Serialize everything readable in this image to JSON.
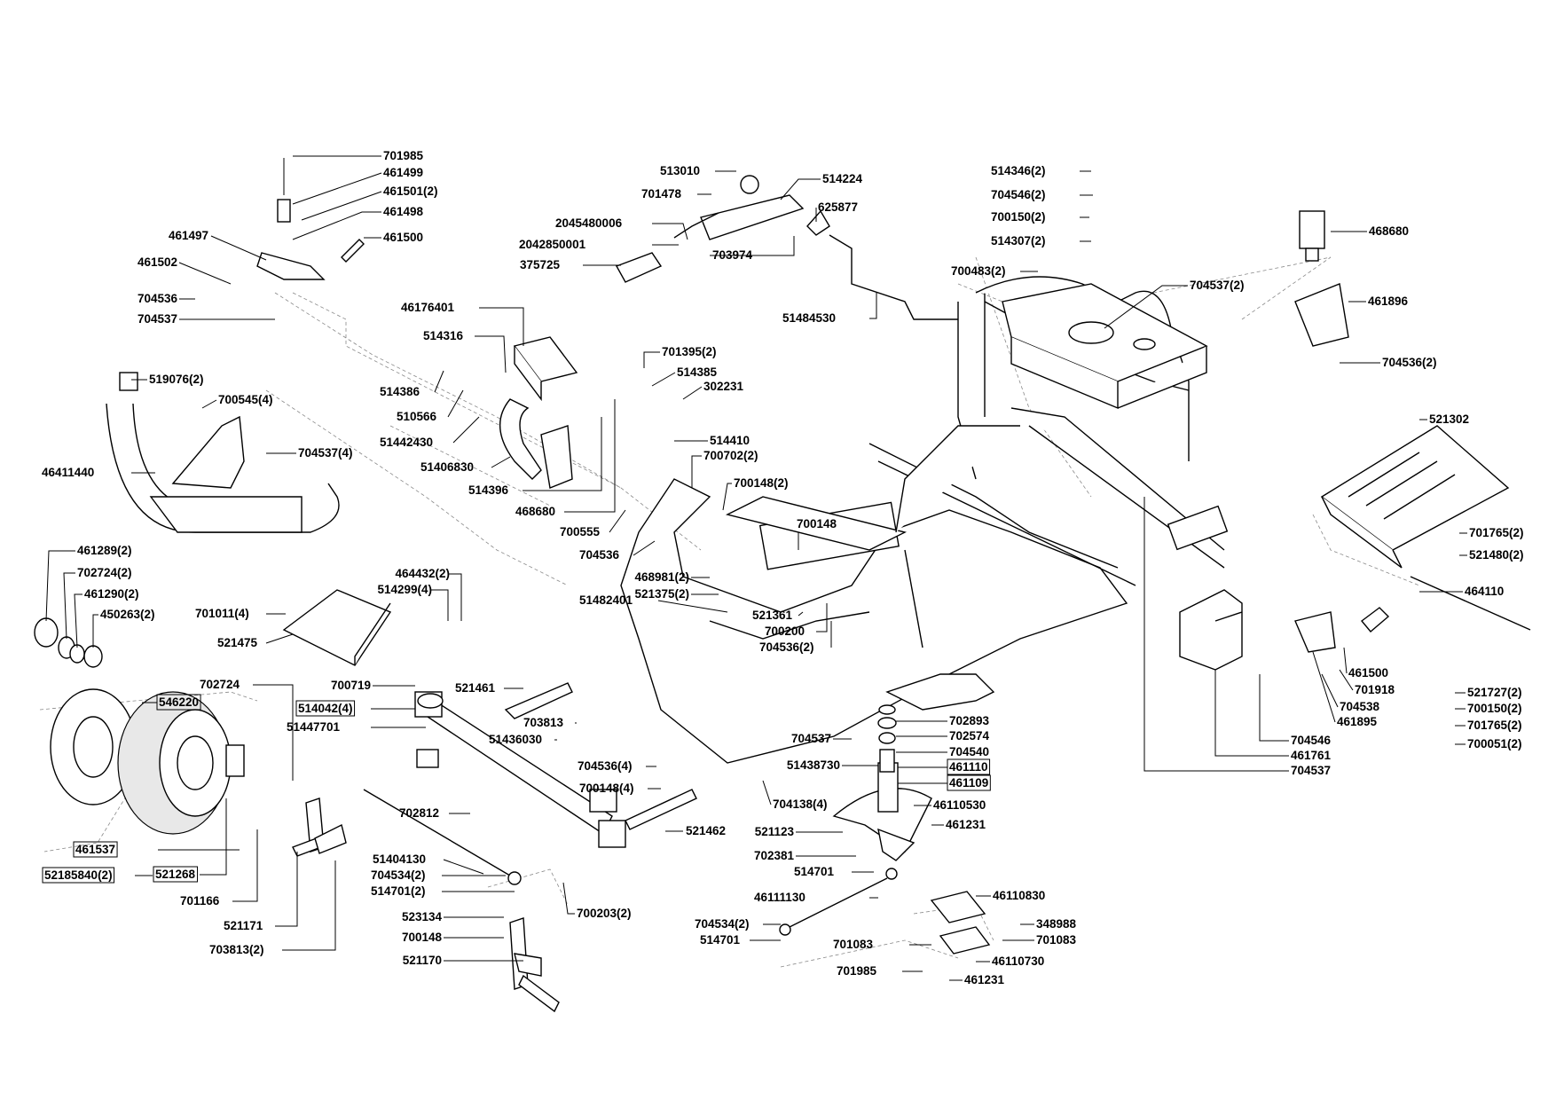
{
  "callouts": {
    "l701985a": "701985",
    "l461499": "461499",
    "l461501": "461501(2)",
    "l461498": "461498",
    "l461497": "461497",
    "l461500a": "461500",
    "l461502": "461502",
    "l704536a": "704536",
    "l704537a": "704537",
    "l519076": "519076(2)",
    "l700545": "700545(4)",
    "l704537_4": "704537(4)",
    "l46411440": "46411440",
    "l461289": "461289(2)",
    "l702724_2": "702724(2)",
    "l461290": "461290(2)",
    "l450263": "450263(2)",
    "l701011": "701011(4)",
    "l521475": "521475",
    "l464432": "464432(2)",
    "l514299": "514299(4)",
    "l702724": "702724",
    "l546220": "546220",
    "l461537": "461537",
    "l52185840": "52185840(2)",
    "l521268": "521268",
    "l701166": "701166",
    "l521171": "521171",
    "l703813_2": "703813(2)",
    "l700719": "700719",
    "l514042": "514042(4)",
    "l51447701": "51447701",
    "l521461": "521461",
    "l703813": "703813",
    "l51436030": "51436030",
    "l702812": "702812",
    "l704536_4": "704536(4)",
    "l700148_4": "700148(4)",
    "l521462": "521462",
    "l51404130": "51404130",
    "l704534a": "704534(2)",
    "l514701_2": "514701(2)",
    "l523134": "523134",
    "l700148a": "700148",
    "l521170": "521170",
    "l700203": "700203(2)",
    "l513010": "513010",
    "l514224": "514224",
    "l701478": "701478",
    "l625877": "625877",
    "l2045480006": "2045480006",
    "l2042850001": "2042850001",
    "l703974": "703974",
    "l375725": "375725",
    "l51484530": "51484530",
    "l46176401": "46176401",
    "l514316": "514316",
    "l514386": "514386",
    "l510566": "510566",
    "l51442430": "51442430",
    "l51406830": "51406830",
    "l514396": "514396",
    "l468680a": "468680",
    "l700555": "700555",
    "l704536b": "704536",
    "l701395": "701395(2)",
    "l514385": "514385",
    "l302231": "302231",
    "l514410": "514410",
    "l700702": "700702(2)",
    "l700148_2": "700148(2)",
    "l700148b": "700148",
    "l468981": "468981(2)",
    "l521375": "521375(2)",
    "l51482401": "51482401",
    "l521361": "521361",
    "l700200": "700200",
    "l704536_2": "704536(2)",
    "l514346": "514346(2)",
    "l704546_2": "704546(2)",
    "l700150_2a": "700150(2)",
    "l514307": "514307(2)",
    "l700483": "700483(2)",
    "l704537_2": "704537(2)",
    "l468680b": "468680",
    "l461896": "461896",
    "l704536_2b": "704536(2)",
    "l521302": "521302",
    "l701765_2a": "701765(2)",
    "l521480": "521480(2)",
    "l464110": "464110",
    "l461500b": "461500",
    "l701918": "701918",
    "l704538": "704538",
    "l461895": "461895",
    "l521727": "521727(2)",
    "l700150_2b": "700150(2)",
    "l701765_2b": "701765(2)",
    "l700051": "700051(2)",
    "l704546": "704546",
    "l461761": "461761",
    "l704537b": "704537",
    "l702893": "702893",
    "l702574": "702574",
    "l704540": "704540",
    "l461110": "461110",
    "l461109": "461109",
    "l704537c": "704537",
    "l51438730": "51438730",
    "l704138": "704138(4)",
    "l46110530": "46110530",
    "l461231a": "461231",
    "l521123": "521123",
    "l702381": "702381",
    "l514701a": "514701",
    "l46111130": "46111130",
    "l46110830": "46110830",
    "l704534b": "704534(2)",
    "l348988": "348988",
    "l514701b": "514701",
    "l701083a": "701083",
    "l701083b": "701083",
    "l46110730": "46110730",
    "l701985b": "701985",
    "l461231b": "461231"
  },
  "boxed": [
    "l546220",
    "l461537",
    "l52185840",
    "l521268",
    "l514042",
    "l461110",
    "l461109"
  ]
}
